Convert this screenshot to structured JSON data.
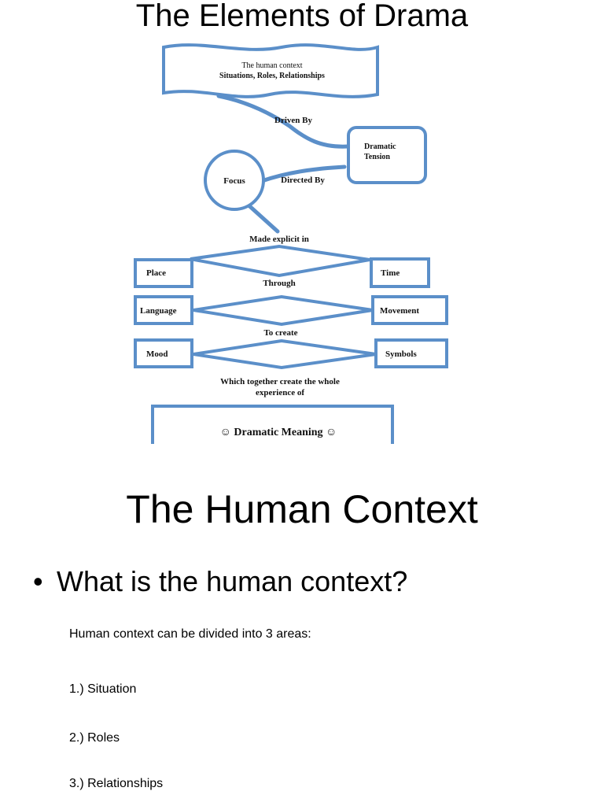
{
  "slide1": {
    "title": "The Elements of Drama",
    "diagram": {
      "banner_line1": "The human context",
      "banner_line2": "Situations, Roles, Relationships",
      "driven_by": "Driven By",
      "tension_line1": "Dramatic",
      "tension_line2": "Tension",
      "focus": "Focus",
      "directed_by": "Directed By",
      "made_explicit": "Made explicit in",
      "place": "Place",
      "time": "Time",
      "through": "Through",
      "language": "Language",
      "movement": "Movement",
      "to_create": "To create",
      "mood": "Mood",
      "symbols": "Symbols",
      "together_line1": "Which together create the whole",
      "together_line2": "experience of",
      "meaning": "☺ Dramatic Meaning ☺"
    }
  },
  "slide2": {
    "title": "The Human Context",
    "bullet_symbol": "•",
    "bullet": "What is the human context?",
    "intro": "Human context can be divided into 3 areas:",
    "items": [
      "1.) Situation",
      "2.) Roles",
      "3.) Relationships"
    ]
  }
}
